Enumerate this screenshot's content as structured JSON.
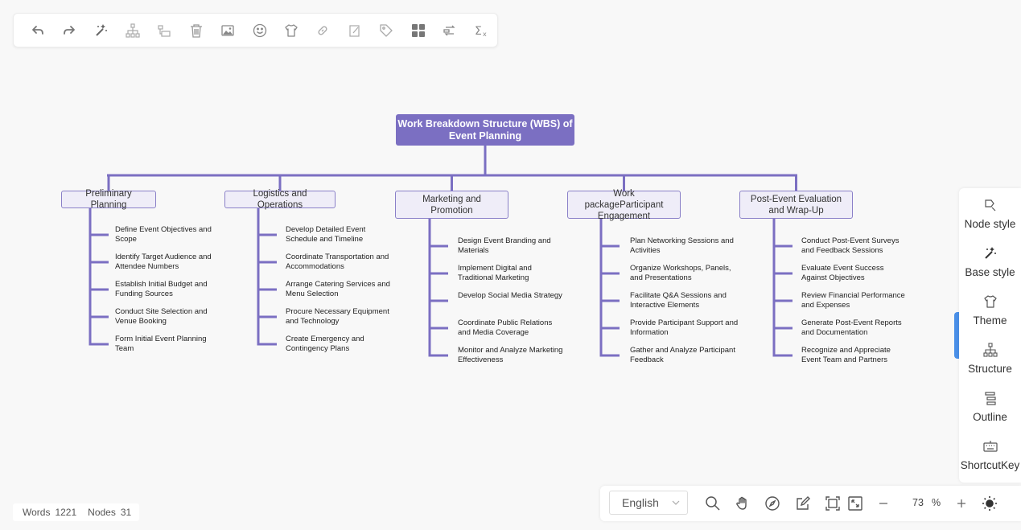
{
  "toolbar": {
    "icons": [
      "undo-icon",
      "redo-icon",
      "format-painter-icon",
      "insert-child-node-icon",
      "insert-sibling-node-icon",
      "delete-node-icon",
      "image-icon",
      "emoji-icon",
      "theme-shirt-icon",
      "link-icon",
      "note-icon",
      "tag-icon",
      "summary-icon",
      "association-line-icon",
      "formula-icon"
    ]
  },
  "mindmap": {
    "root": "Work Breakdown Structure (WBS) of Event Planning",
    "branches": [
      {
        "label": "Preliminary Planning",
        "children": [
          "Define Event Objectives and Scope",
          "Identify Target Audience and Attendee Numbers",
          "Establish Initial Budget and Funding Sources",
          "Conduct Site Selection and Venue Booking",
          "Form Initial Event Planning Team"
        ]
      },
      {
        "label": "Logistics and Operations",
        "children": [
          "Develop Detailed Event Schedule and Timeline",
          "Coordinate Transportation and Accommodations",
          "Arrange Catering Services and Menu Selection",
          "Procure Necessary Equipment and Technology",
          "Create Emergency and Contingency Plans"
        ]
      },
      {
        "label": "Marketing and Promotion",
        "children": [
          "Design Event Branding and Materials",
          "Implement Digital and Traditional Marketing",
          "Develop Social Media Strategy",
          "Coordinate Public Relations and Media Coverage",
          "Monitor and Analyze Marketing Effectiveness"
        ]
      },
      {
        "label": "Work packageParticipant Engagement",
        "children": [
          "Plan Networking Sessions and Activities",
          "Organize Workshops, Panels, and Presentations",
          "Facilitate Q&A Sessions and Interactive Elements",
          "Provide Participant Support and Information",
          "Gather and Analyze Participant Feedback"
        ]
      },
      {
        "label": "Post-Event Evaluation and Wrap-Up",
        "children": [
          "Conduct Post-Event Surveys and Feedback Sessions",
          "Evaluate Event Success Against Objectives",
          "Review Financial Performance and Expenses",
          "Generate Post-Event Reports and Documentation",
          "Recognize and Appreciate Event Team and Partners"
        ]
      }
    ],
    "colors": {
      "line": "#7b6fc2",
      "root_bg": "#7b6fc2",
      "branch_bg": "#efedf8"
    }
  },
  "right_panel": {
    "items": [
      {
        "label": "Node style",
        "icon": "node-style-icon"
      },
      {
        "label": "Base style",
        "icon": "base-style-icon"
      },
      {
        "label": "Theme",
        "icon": "theme-icon"
      },
      {
        "label": "Structure",
        "icon": "structure-icon"
      },
      {
        "label": "Outline",
        "icon": "outline-icon"
      },
      {
        "label": "ShortcutKey",
        "icon": "keyboard-icon"
      }
    ]
  },
  "stats": {
    "words_label": "Words",
    "words_value": "1221",
    "nodes_label": "Nodes",
    "nodes_value": "31"
  },
  "bottom_bar": {
    "language": "English",
    "zoom": "73",
    "zoom_unit": "%"
  }
}
